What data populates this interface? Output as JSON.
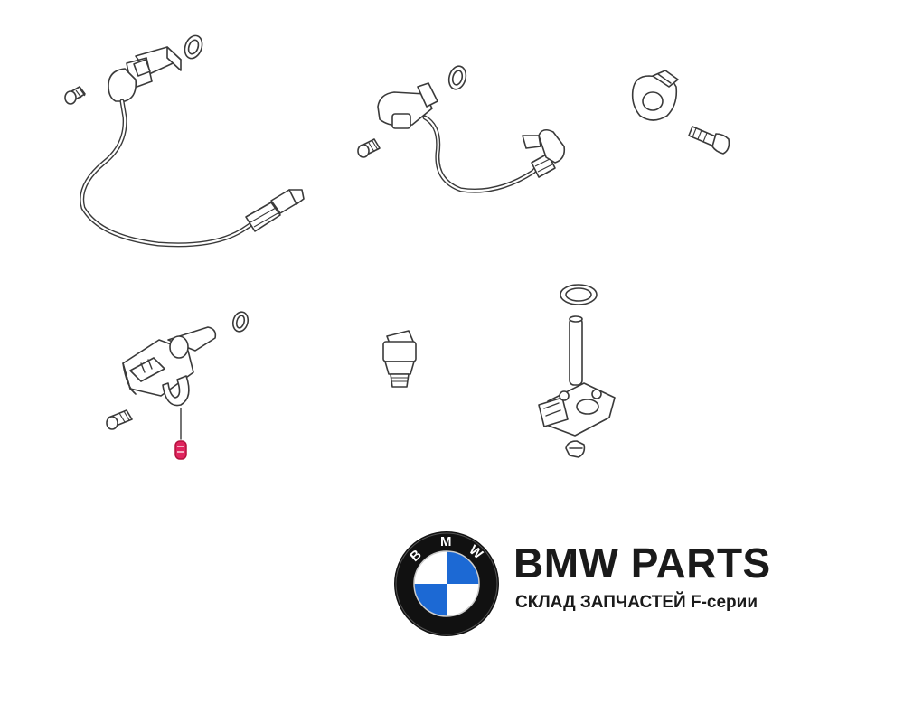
{
  "brand": {
    "title": "BMW PARTS",
    "subtitle": "СКЛАД ЗАПЧАСТЕЙ F-серии",
    "roundel_letters": "BMW",
    "colors": {
      "blue": "#1c69d4",
      "ring": "#111111",
      "white": "#ffffff",
      "text": "#1a1a1a"
    }
  },
  "diagram": {
    "highlighted_part_color": "#e0245e",
    "line_color": "#3a3a3a"
  }
}
